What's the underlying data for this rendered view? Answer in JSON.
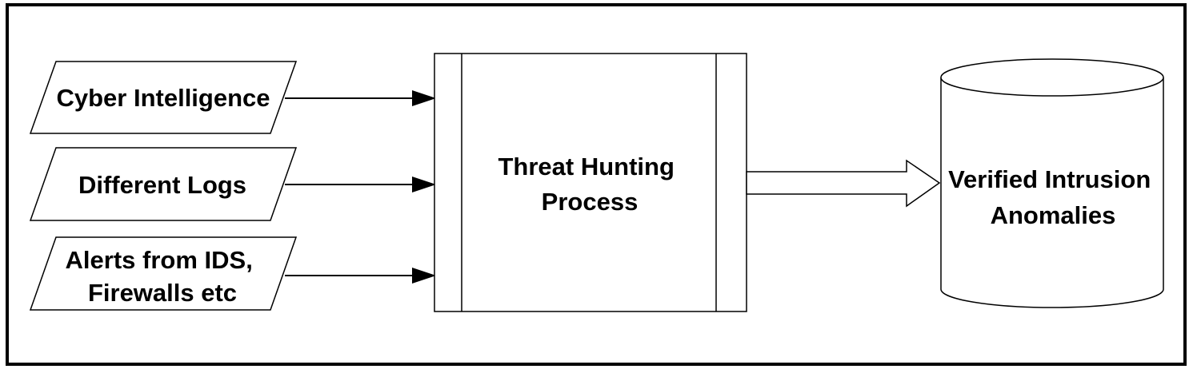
{
  "inputs": [
    {
      "lines": [
        "Cyber Intelligence"
      ]
    },
    {
      "lines": [
        "Different Logs"
      ]
    },
    {
      "lines": [
        "Alerts from IDS,",
        "Firewalls etc"
      ]
    }
  ],
  "process": {
    "lines": [
      "Threat Hunting",
      "Process"
    ]
  },
  "output": {
    "lines": [
      "Verified Intrusion",
      "Anomalies"
    ]
  },
  "colors": {
    "stroke": "#000000",
    "fill": "#ffffff",
    "text": "#000000"
  }
}
